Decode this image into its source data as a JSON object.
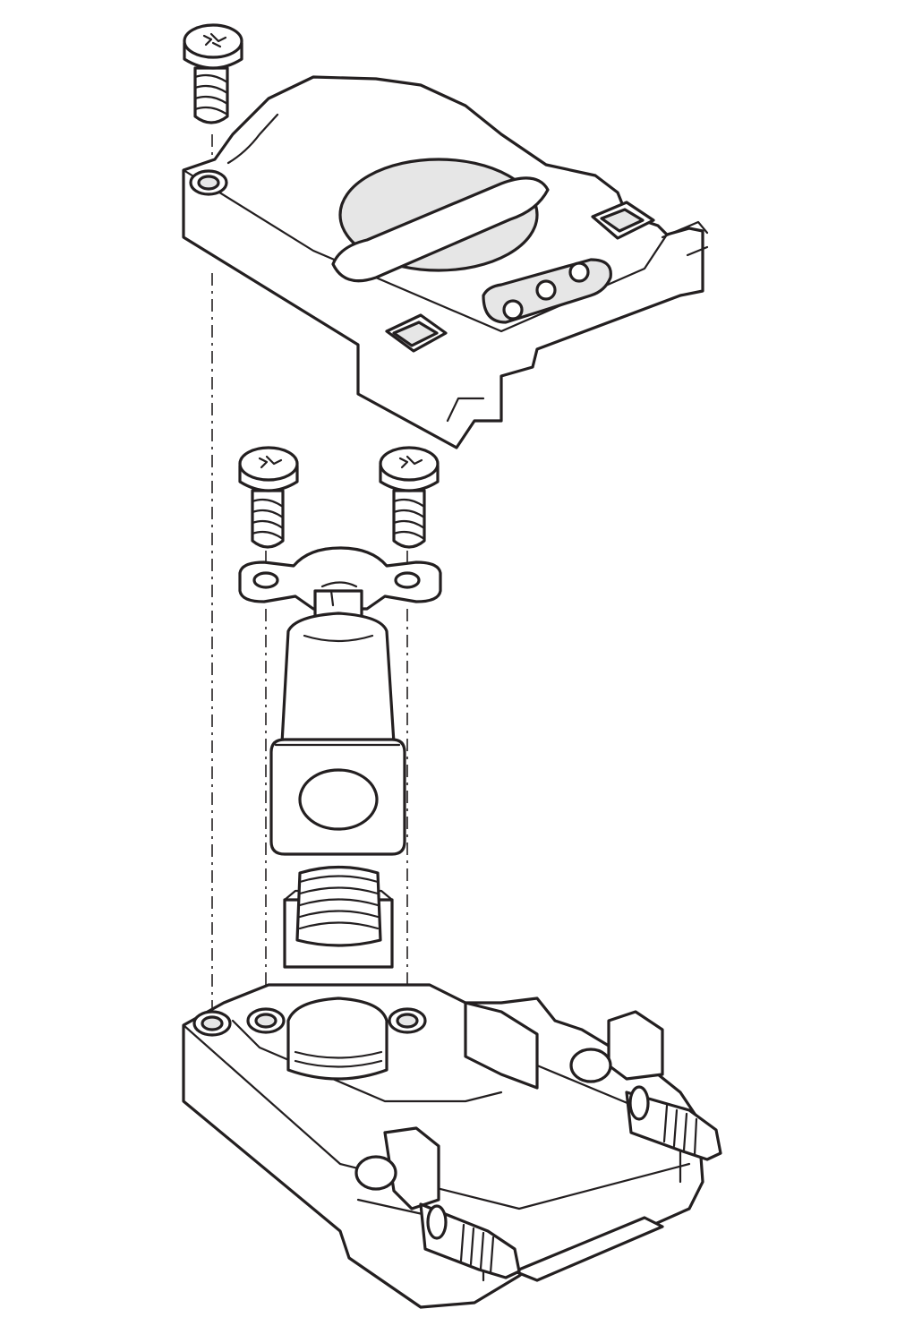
{
  "diagram": {
    "kind": "exploded-assembly-line-drawing",
    "colors": {
      "line": "#231f20",
      "background": "#ffffff",
      "shade": "#e6e6e6"
    },
    "parts": [
      "top-screw",
      "top-cover-housing",
      "left-clamp-screw",
      "right-clamp-screw",
      "strain-relief-clamp",
      "cable-boot",
      "square-grommet",
      "ribbed-cable-insert",
      "bottom-base-housing",
      "left-jack-screw",
      "right-jack-screw"
    ]
  }
}
